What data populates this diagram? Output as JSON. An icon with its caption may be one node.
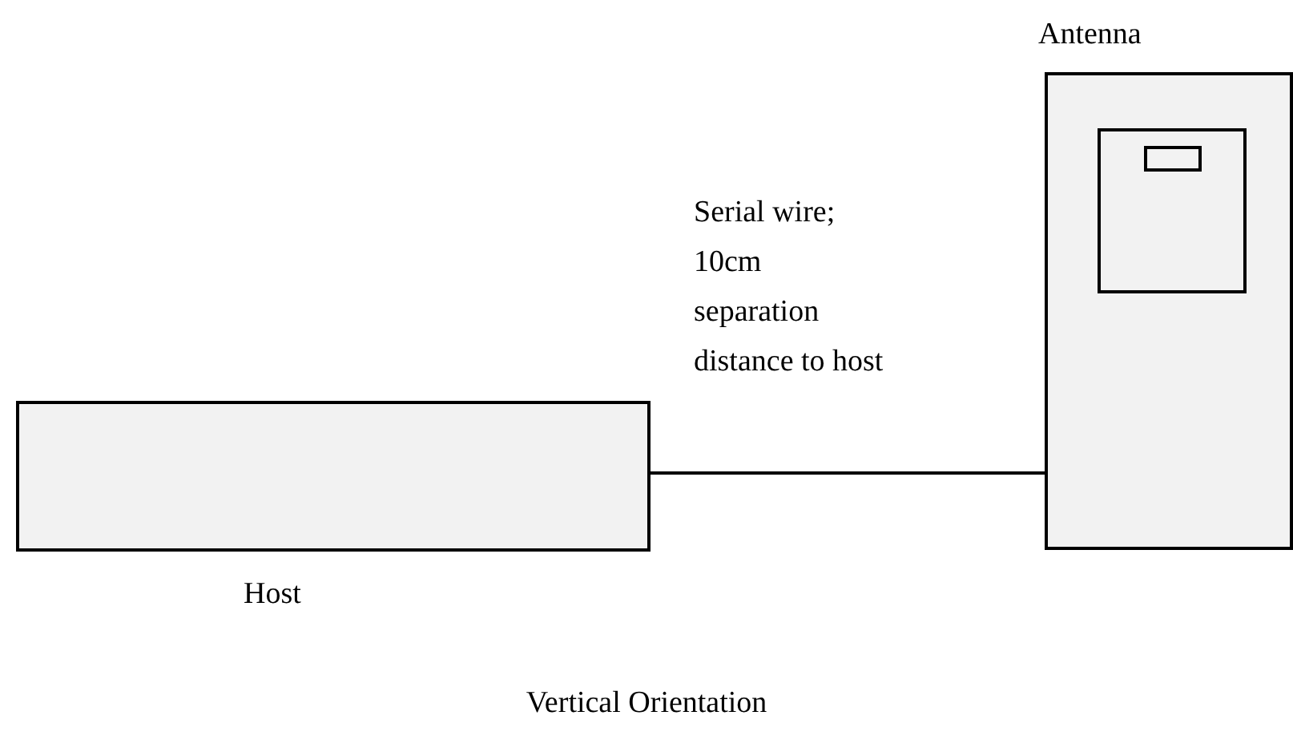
{
  "diagram": {
    "caption": "Vertical Orientation",
    "nodes": [
      {
        "text": [],
        "shape": "box",
        "beside": [
          "Host"
        ]
      },
      {
        "text": [],
        "shape": "box",
        "beside": [
          "Antenna"
        ]
      },
      {
        "text": [],
        "shape": "box",
        "in": 1
      },
      {
        "text": [],
        "shape": "box",
        "in": 2
      }
    ],
    "edges": [
      {
        "from": 0,
        "to": 1,
        "arrow": "none",
        "label": "Serial wire; 10cm separation distance to host"
      }
    ]
  }
}
